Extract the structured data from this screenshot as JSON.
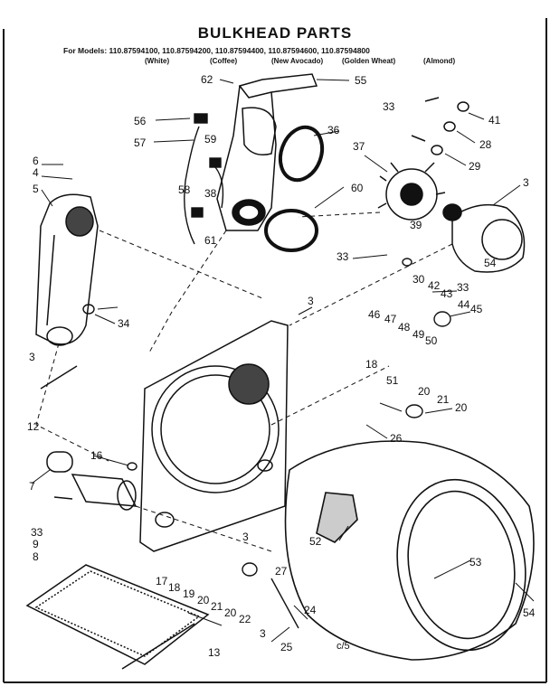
{
  "title": "BULKHEAD PARTS",
  "models_line": "For Models: 110.87594100, 110.87594200, 110.87594400, 110.87594600, 110.87594800",
  "colors": [
    "(White)",
    "(Coffee)",
    "(New Avocado)",
    "(Golden Wheat)",
    "(Almond)"
  ],
  "footer_code": "c/5",
  "part_labels": [
    "62",
    "55",
    "33",
    "41",
    "56",
    "36",
    "28",
    "57",
    "59",
    "37",
    "29",
    "3",
    "6",
    "4",
    "58",
    "60",
    "38",
    "5",
    "39",
    "61",
    "33",
    "30",
    "42",
    "54",
    "3",
    "33",
    "43",
    "44",
    "45",
    "34",
    "46",
    "47",
    "48",
    "49",
    "50",
    "3",
    "18",
    "51",
    "20",
    "21",
    "20",
    "12",
    "26",
    "16",
    "7",
    "52",
    "33",
    "9",
    "8",
    "3",
    "53",
    "17",
    "18",
    "19",
    "20",
    "21",
    "20",
    "22",
    "27",
    "24",
    "54",
    "3",
    "13",
    "25"
  ]
}
